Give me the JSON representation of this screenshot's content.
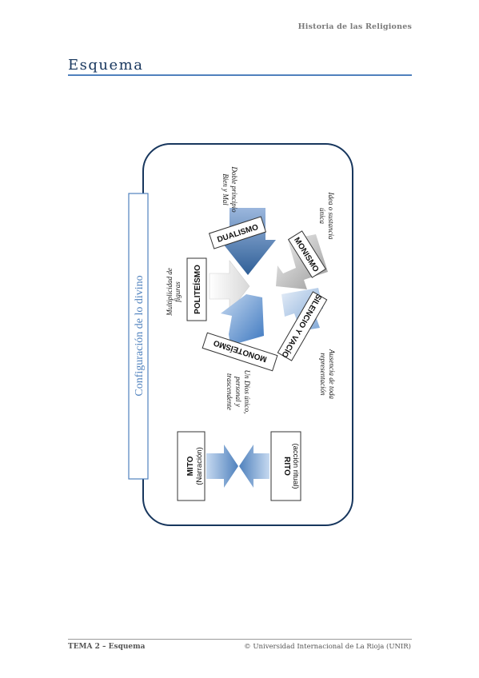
{
  "header": {
    "running_title": "Historia de las Religiones"
  },
  "section": {
    "title": "Esquema"
  },
  "diagram": {
    "config_label": "Configuración de lo divino",
    "mito": {
      "title": "MITO",
      "sub": "(Narración)"
    },
    "rito": {
      "title": "RITO",
      "sub": "(acción ritual)"
    },
    "politeismo": {
      "label": "POLITEÍSMO",
      "note_1": "Multiplicidad de",
      "note_2": "figuras"
    },
    "dualismo": {
      "label": "DUALISMO",
      "note_1": "Doble principio",
      "note_2": "Bien y Mal"
    },
    "monismo": {
      "label": "MONISMO",
      "note_1": "Idea o sustancia",
      "note_2": "única"
    },
    "silencio": {
      "label": "SILENCIO Y VACÍO",
      "note_1": "Ausencia de toda",
      "note_2": "representación"
    },
    "monoteismo": {
      "label": "MONOTEÍSMO",
      "note_1": "Un Dios único,",
      "note_2": "personal y",
      "note_3": "trascendente"
    }
  },
  "footer": {
    "left": "TEMA 2 – Esquema",
    "right": "© Universidad Internacional de La Rioja (UNIR)"
  }
}
